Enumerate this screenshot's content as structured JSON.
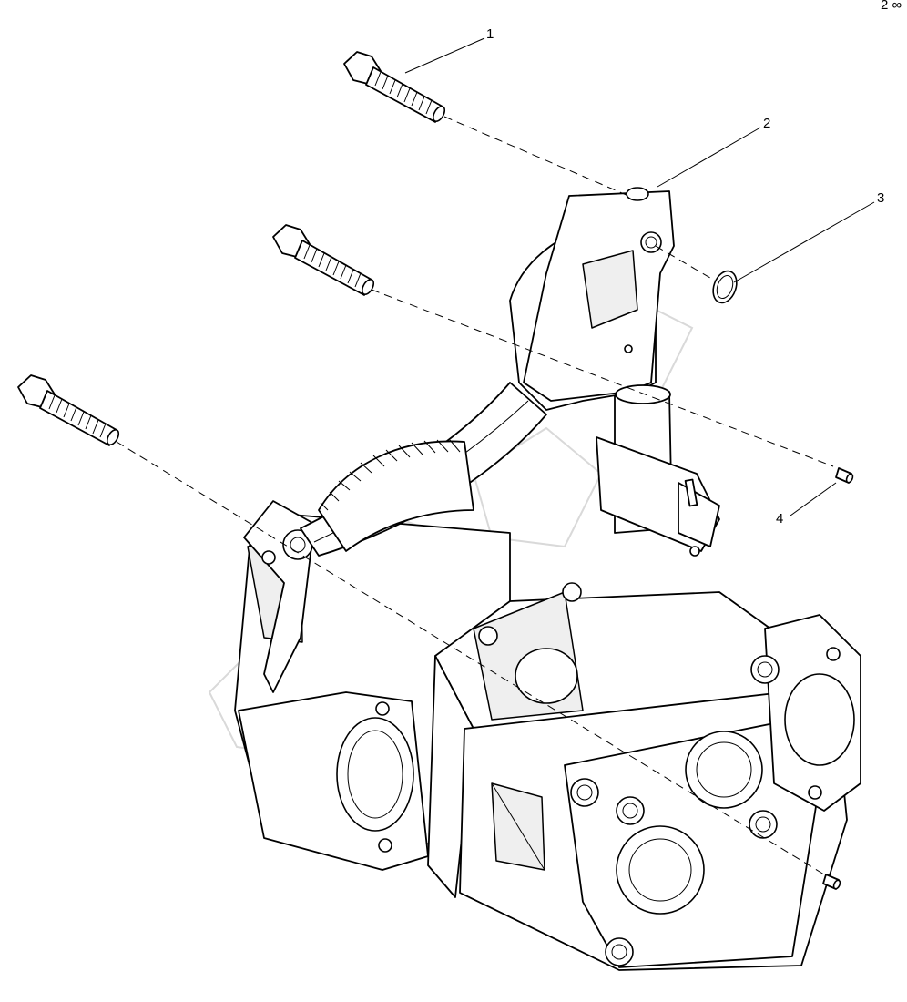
{
  "diagram": {
    "callouts": [
      {
        "id": "1",
        "label": "1"
      },
      {
        "id": "2",
        "label": "2"
      },
      {
        "id": "3",
        "label": "3"
      },
      {
        "id": "4",
        "label": "4"
      }
    ],
    "corner_mark": "2 ∞"
  },
  "colors": {
    "line": "#000000",
    "background": "#ffffff",
    "watermark": "#d9d9d9"
  },
  "icons": [
    "bolt-icon",
    "o-ring-icon",
    "dowel-pin-icon",
    "gear-icon"
  ]
}
